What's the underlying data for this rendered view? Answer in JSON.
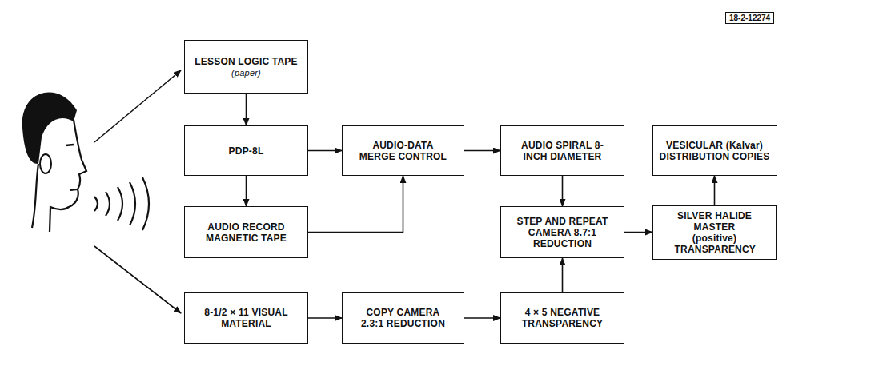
{
  "diagram": {
    "nodes": [
      {
        "text": [
          "LESSON LOGIC TAPE",
          "(paper)"
        ]
      },
      {
        "text": [
          "PDP-8L"
        ]
      },
      {
        "text": [
          "AUDIO RECORD MAGNETIC TAPE"
        ]
      },
      {
        "text": [
          "AUDIO-DATA MERGE CONTROL"
        ]
      },
      {
        "text": [
          "AUDIO SPIRAL 8-INCH DIAMETER"
        ]
      },
      {
        "text": [
          "STEP AND REPEAT CAMERA 8.7:1 REDUCTION"
        ]
      },
      {
        "text": [
          "SILVER HALIDE MASTER (positive) TRANSPARENCY"
        ]
      },
      {
        "text": [
          "VESICULAR (Kalvar) DISTRIBUTION COPIES"
        ]
      },
      {
        "text": [
          "8-1/2 × 11 VISUAL MATERIAL"
        ]
      },
      {
        "text": [
          "COPY CAMERA 2.3:1 REDUCTION"
        ]
      },
      {
        "text": [
          "4 × 5 NEGATIVE TRANSPARENCY"
        ]
      }
    ],
    "edges": [
      {
        "from": 0,
        "to": 1,
        "arrow": "to"
      },
      {
        "from": 1,
        "to": 2,
        "arrow": "to"
      },
      {
        "from": 1,
        "to": 3,
        "arrow": "to"
      },
      {
        "from": 2,
        "to": 3,
        "arrow": "to"
      },
      {
        "from": 3,
        "to": 4,
        "arrow": "to"
      },
      {
        "from": 4,
        "to": 5,
        "arrow": "to"
      },
      {
        "from": 10,
        "to": 5,
        "arrow": "to"
      },
      {
        "from": 8,
        "to": 9,
        "arrow": "to"
      },
      {
        "from": 9,
        "to": 10,
        "arrow": "to"
      },
      {
        "from": 5,
        "to": 6,
        "arrow": "to"
      },
      {
        "from": 6,
        "to": 7,
        "arrow": "to"
      }
    ],
    "labels": [
      "18-2-12274"
    ]
  }
}
